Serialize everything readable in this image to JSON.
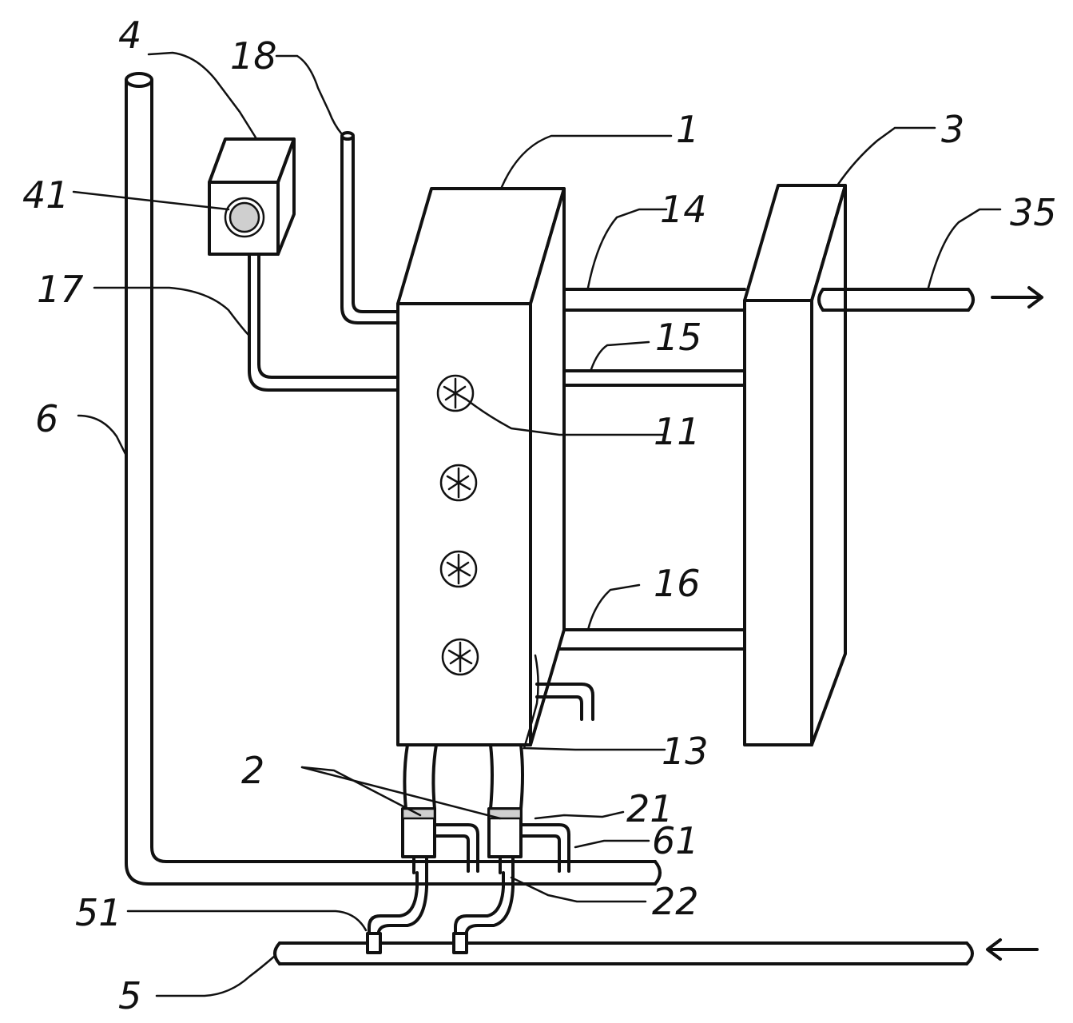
{
  "labels": {
    "l1": "1",
    "l2": "2",
    "l3": "3",
    "l4": "4",
    "l5": "5",
    "l6": "6",
    "l11": "11",
    "l13": "13",
    "l14": "14",
    "l15": "15",
    "l16": "16",
    "l17": "17",
    "l18": "18",
    "l21": "21",
    "l22": "22",
    "l35": "35",
    "l41": "41",
    "l51": "51",
    "l61": "61"
  }
}
